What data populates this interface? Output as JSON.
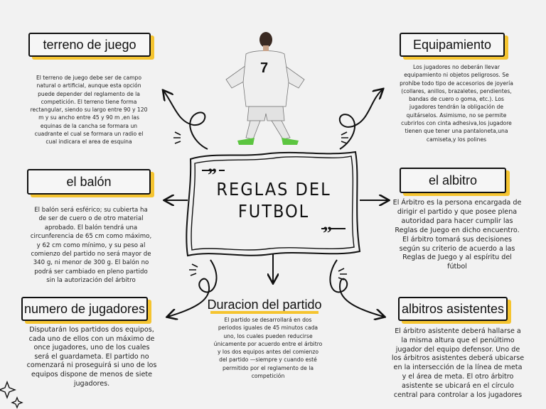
{
  "center": {
    "title_line1": "REGLAS DEL",
    "title_line2": "FUTBOL",
    "quote_open": "”",
    "quote_close": "”"
  },
  "player": {
    "jersey_number": "7"
  },
  "sections": {
    "terreno": {
      "label": "terreno de juego",
      "text": "El terreno de juego debe ser de campo natural o artificial, aunque esta opción puede depender del reglamento de la competición. El terreno tiene forma rectangular, siendo su largo entre 90 y 120 m  y su ancho entre 45 y 90 m ,en las equinas de la cancha se formara un cuadrante el cual se formara un radio el cual indicara el area de esquina"
    },
    "equipamiento": {
      "label": "Equipamiento",
      "text": "Los jugadores no deberán llevar equipamiento ni objetos peligrosos. Se prohíbe todo tipo de accesorios de joyería (collares, anillos, brazaletes, pendientes, bandas de cuero o goma, etc.). Los jugadores tendrán la obligación de quitárselos. Asimismo, no se permite cubrirlos con cinta adhesiva,los jugadore tienen que tener una pantaloneta,una camiseta,y los polines"
    },
    "balon": {
      "label": "el balón",
      "text": "El balón será esférico; su cubierta ha de ser de cuero o de otro material aprobado. El balón tendrá una circunferencia de 65 cm como máximo, y 62 cm como mínimo, y su peso al comienzo del partido no será mayor de 340 g, ni menor de 300 g. El balón no podrá ser cambiado en pleno partido sin la autorización del árbitro"
    },
    "arbitro": {
      "label": "el albitro",
      "text": "El Árbitro es la persona encargada de dirigir el partido y que posee plena autoridad para hacer cumplir las Reglas de Juego en dicho encuentro. El árbitro tomará sus decisiones según su criterio de acuerdo a las Reglas de Juego y al espíritu del fútbol"
    },
    "jugadores": {
      "label": "numero de jugadores",
      "text": "Disputarán los partidos dos equipos, cada uno de ellos con un máximo de once jugadores, uno de los cuales será el guardameta. El partido no comenzará ni proseguirá si uno de los equipos dispone de menos de siete jugadores."
    },
    "duracion": {
      "label": "Duracion del partido",
      "text": "El partido se desarrollará en dos periodos iguales de 45 minutos cada uno, los cuales pueden reducirse únicamente por acuerdo entre el árbitro y los dos equipos antes del comienzo del partido —siempre y cuando esté permitido por el reglamento de la competición"
    },
    "asistentes": {
      "label": "albitros asistentes",
      "text": "El árbitro asistente deberá hallarse a la misma altura que el penúltimo jugador del equipo defensor. Uno de los árbitros asistentes deberá ubicarse en la intersección de la línea de meta y el área de meta. El otro árbitro asistente se ubicará en el círculo central para controlar a los jugadores"
    }
  },
  "colors": {
    "accent": "#f5c430",
    "ink": "#111111",
    "background": "#f2f2f2",
    "boots": "#5cc540"
  }
}
